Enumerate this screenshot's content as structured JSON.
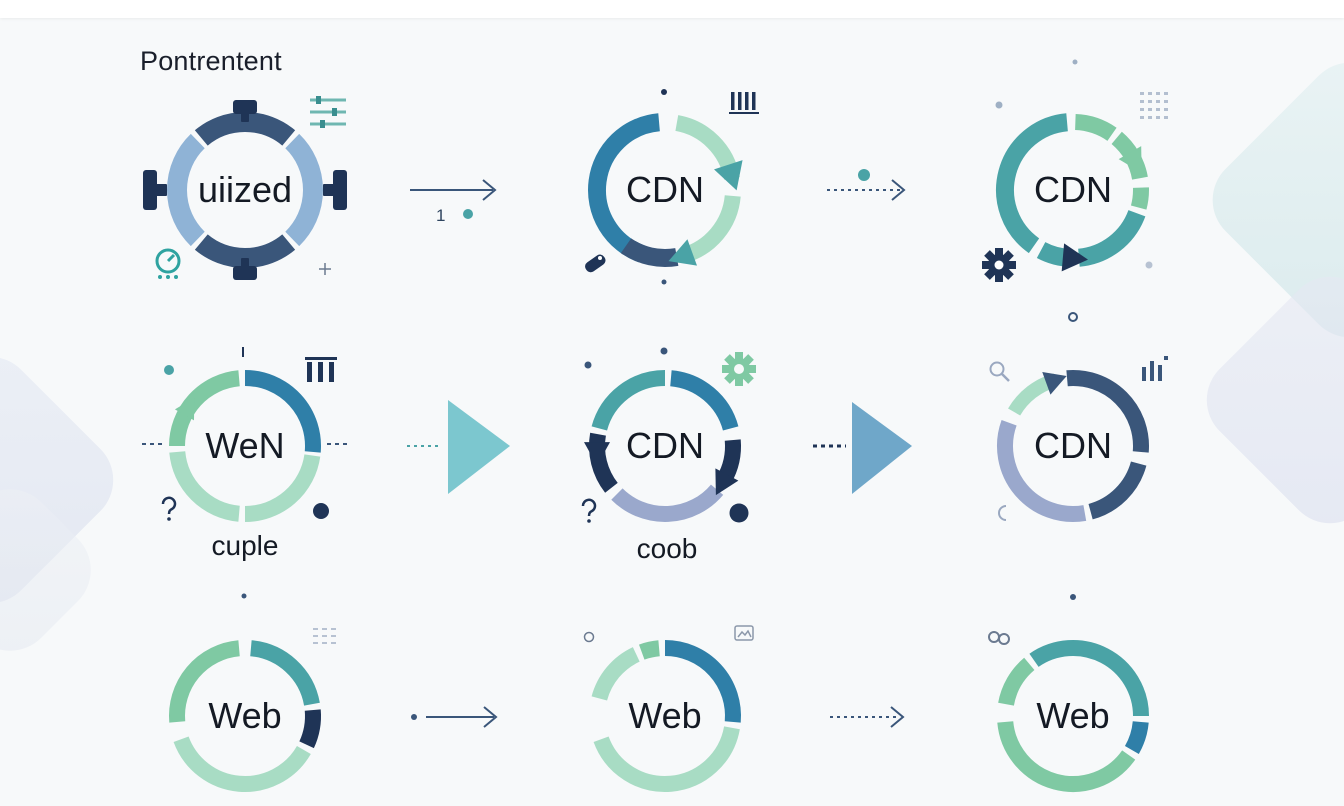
{
  "heading": "Pontrentent",
  "rows": [
    {
      "nodes": [
        {
          "label": "uiized"
        },
        {
          "label": "CDN"
        },
        {
          "label": "CDN"
        }
      ],
      "connector_number": "1"
    },
    {
      "nodes": [
        {
          "label": "WeN",
          "caption": "cuple"
        },
        {
          "label": "CDN",
          "caption": "coob"
        },
        {
          "label": "CDN"
        }
      ]
    },
    {
      "nodes": [
        {
          "label": "Web"
        },
        {
          "label": "Web"
        },
        {
          "label": "Web"
        }
      ]
    }
  ],
  "palette": {
    "navy": "#1f3456",
    "slate": "#3a567a",
    "blue": "#2f7fa8",
    "teal": "#4aa3a6",
    "green": "#7fc9a3",
    "mint": "#a8dcc4",
    "lavender": "#9aa8cc",
    "light_blue": "#8fb3d6"
  },
  "icons": [
    "gear-icon",
    "magnifier-icon",
    "question-icon",
    "bar-chart-icon",
    "sliders-icon",
    "grid-icon"
  ]
}
